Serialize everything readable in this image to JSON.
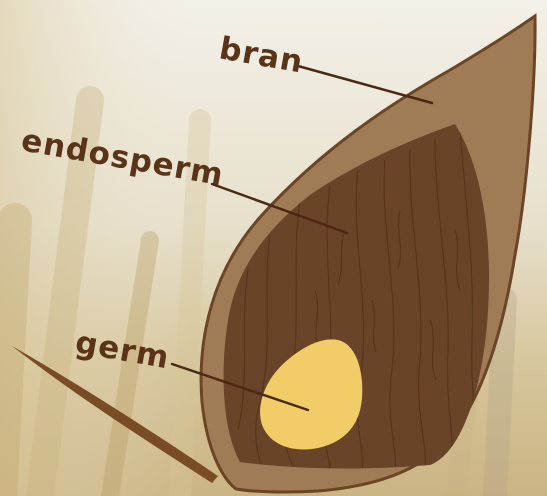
{
  "diagram": {
    "labels": {
      "bran": "bran",
      "endosperm": "endosperm",
      "germ": "germ"
    },
    "colors": {
      "label_text": "#5a3418",
      "leader_line": "#4a2a14",
      "bran_fill": "#a07c56",
      "kernel_outline": "#6b4526",
      "endosperm_fill": "#6a4428",
      "endosperm_grain": "#4e2f18",
      "germ_fill": "#f2cc66",
      "background_light": "#f1ede2",
      "background_warm": "#cdb98a"
    }
  }
}
